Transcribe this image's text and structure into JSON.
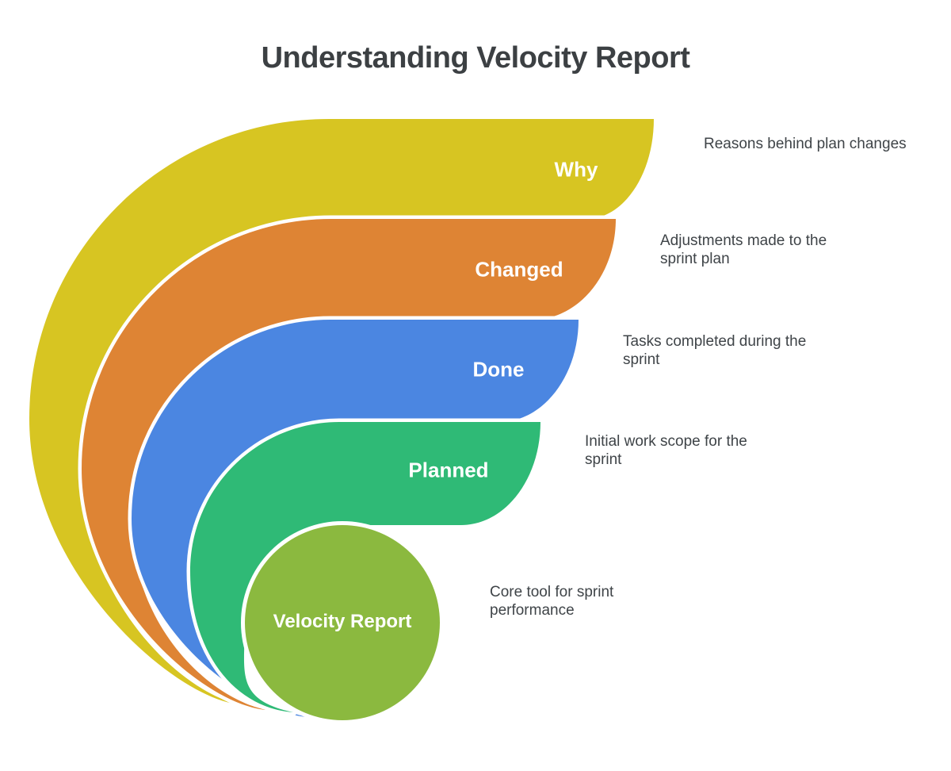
{
  "title": "Understanding Velocity Report",
  "background": "#ffffff",
  "title_color": "#3c4043",
  "description_color": "#3f4448",
  "label_color": "#ffffff",
  "items": [
    {
      "label": "Why",
      "description": "Reasons behind plan changes",
      "color": "#d7c522",
      "shape": "arc"
    },
    {
      "label": "Changed",
      "description": "Adjustments made to the\nsprint plan",
      "color": "#de8434",
      "shape": "arc"
    },
    {
      "label": "Done",
      "description": "Tasks completed during the\nsprint",
      "color": "#4b86e1",
      "shape": "arc"
    },
    {
      "label": "Planned",
      "description": "Initial work scope for the\nsprint",
      "color": "#2fba76",
      "shape": "arc"
    },
    {
      "label": "Velocity Report",
      "description": "Core tool for sprint\nperformance",
      "color": "#8bb93f",
      "shape": "circle"
    }
  ]
}
